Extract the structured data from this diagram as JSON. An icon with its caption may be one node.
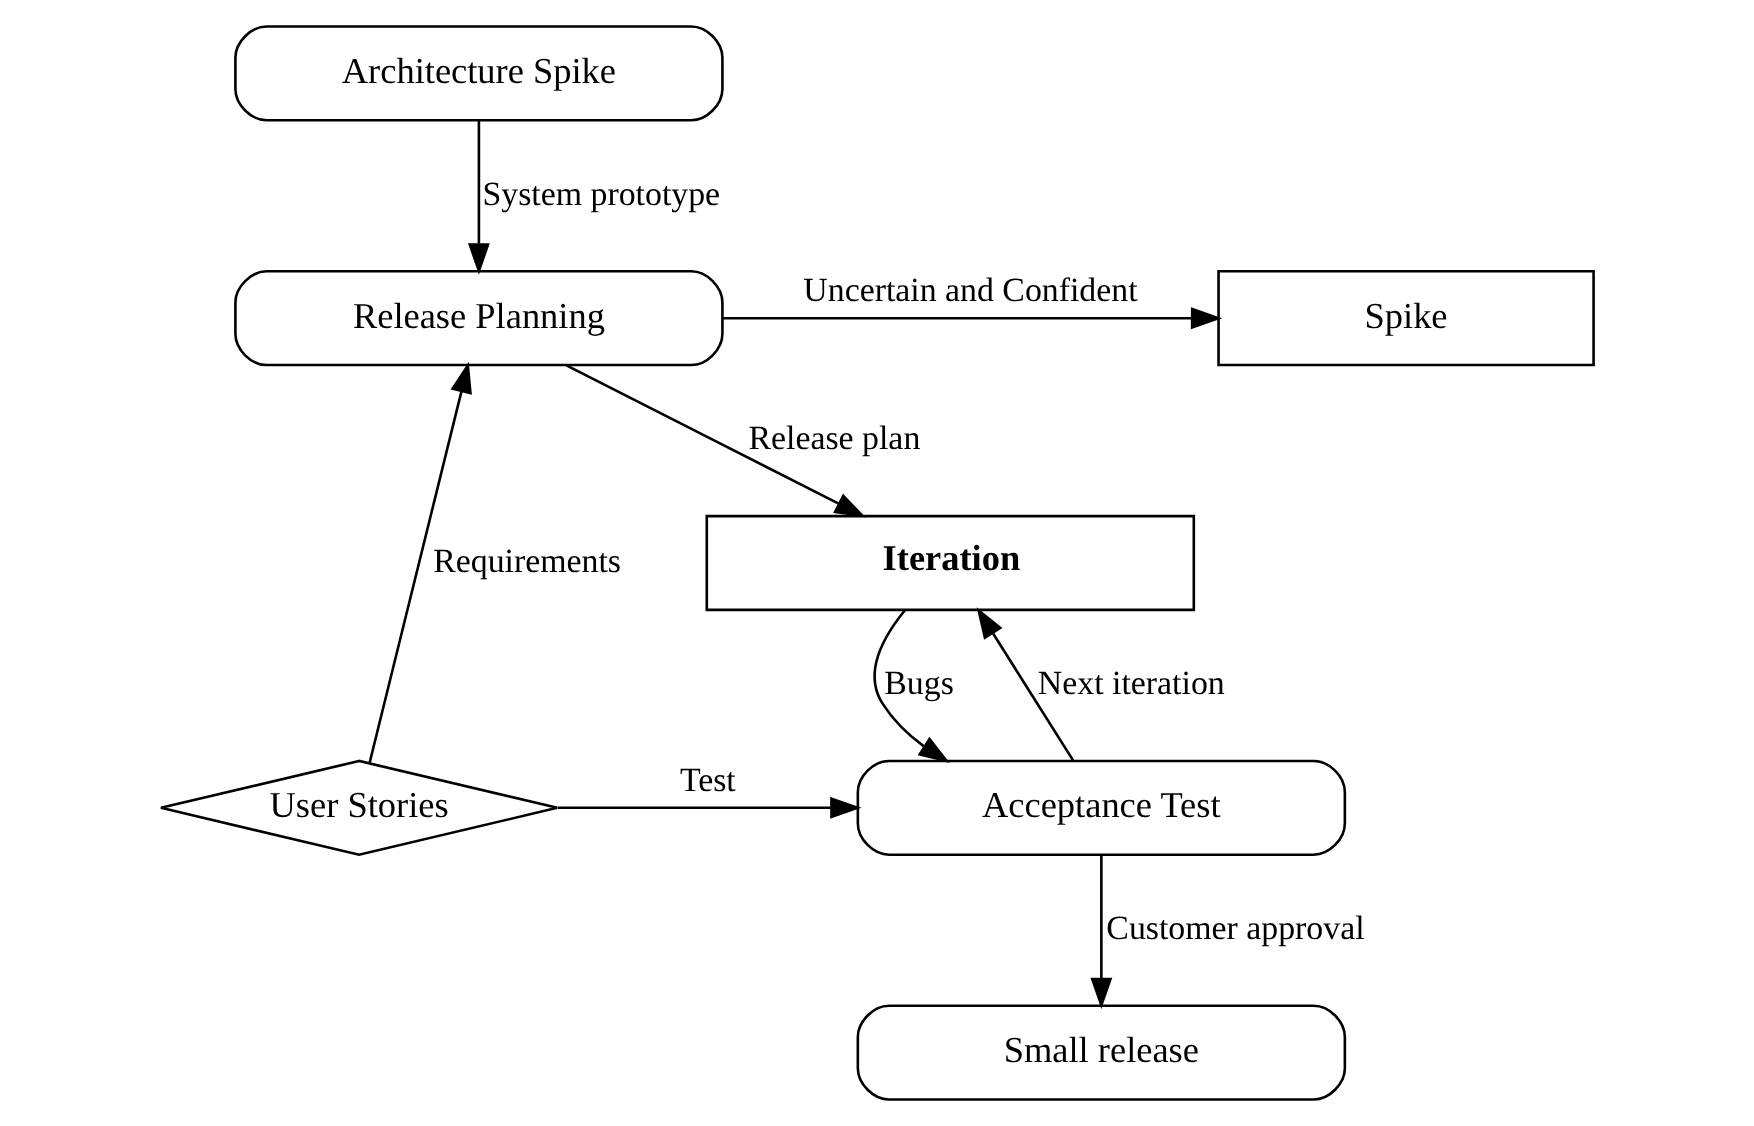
{
  "diagram": {
    "nodes": [
      {
        "text": [
          "Architecture Spike"
        ]
      },
      {
        "text": [
          "Spike"
        ]
      },
      {
        "text": [
          "Release Planning"
        ]
      },
      {
        "text": [
          "Iteration"
        ]
      },
      {
        "text": [
          "Acceptance Test"
        ]
      },
      {
        "text": [
          "Small release"
        ]
      },
      {
        "text": [
          "User Stories"
        ]
      }
    ],
    "edges": [
      {
        "from": 0,
        "to": 2,
        "arrow": "to",
        "label": "System prototype"
      },
      {
        "from": 2,
        "to": 1,
        "arrow": "to",
        "label": "Uncertain and Confident"
      },
      {
        "from": 6,
        "to": 2,
        "arrow": "to",
        "label": "Requirements"
      },
      {
        "from": 2,
        "to": 3,
        "arrow": "to",
        "label": "Release plan"
      },
      {
        "from": 3,
        "to": 4,
        "arrow": "to",
        "label": "Bugs"
      },
      {
        "from": 4,
        "to": 3,
        "arrow": "to",
        "label": "Next iteration"
      },
      {
        "from": 6,
        "to": 4,
        "arrow": "to",
        "label": "Test"
      },
      {
        "from": 4,
        "to": 5,
        "arrow": "to",
        "label": "Customer approval"
      }
    ]
  }
}
